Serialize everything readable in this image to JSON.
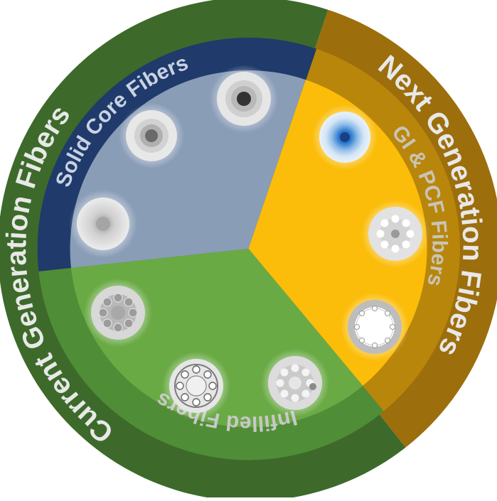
{
  "outer_ring": {
    "current_label": "Current Generation Fibers",
    "next_label": "Next Generation Fibers"
  },
  "inner_band": {
    "solid_label": "Solid Core Fibers",
    "gi_pcf_label": "GI & PCF Fibers",
    "infilled_label": "Infilled Fibers"
  },
  "colors": {
    "current_ring": "#3d6a2a",
    "next_ring": "#9c6e0c",
    "solid_band": "#1f3a6b",
    "solid_sector": "#8a9db7",
    "gi_band": "#b8860b",
    "gi_sector": "#fbbd0a",
    "infilled_band": "#4f8e36",
    "infilled_sector": "#6aaa45",
    "label_light": "#e8e8e8",
    "label_solid": "#c9d2e0",
    "label_gi": "#c9c4b8",
    "label_infilled": "#c8c8c8"
  },
  "icons": [
    "solid-core-fiber-icon",
    "solid-core-fiber-icon",
    "solid-core-fiber-icon",
    "graded-index-fiber-icon",
    "photonic-crystal-fiber-icon",
    "hollow-core-pcf-icon",
    "infilled-fiber-icon",
    "infilled-fiber-icon",
    "infilled-fiber-icon"
  ]
}
